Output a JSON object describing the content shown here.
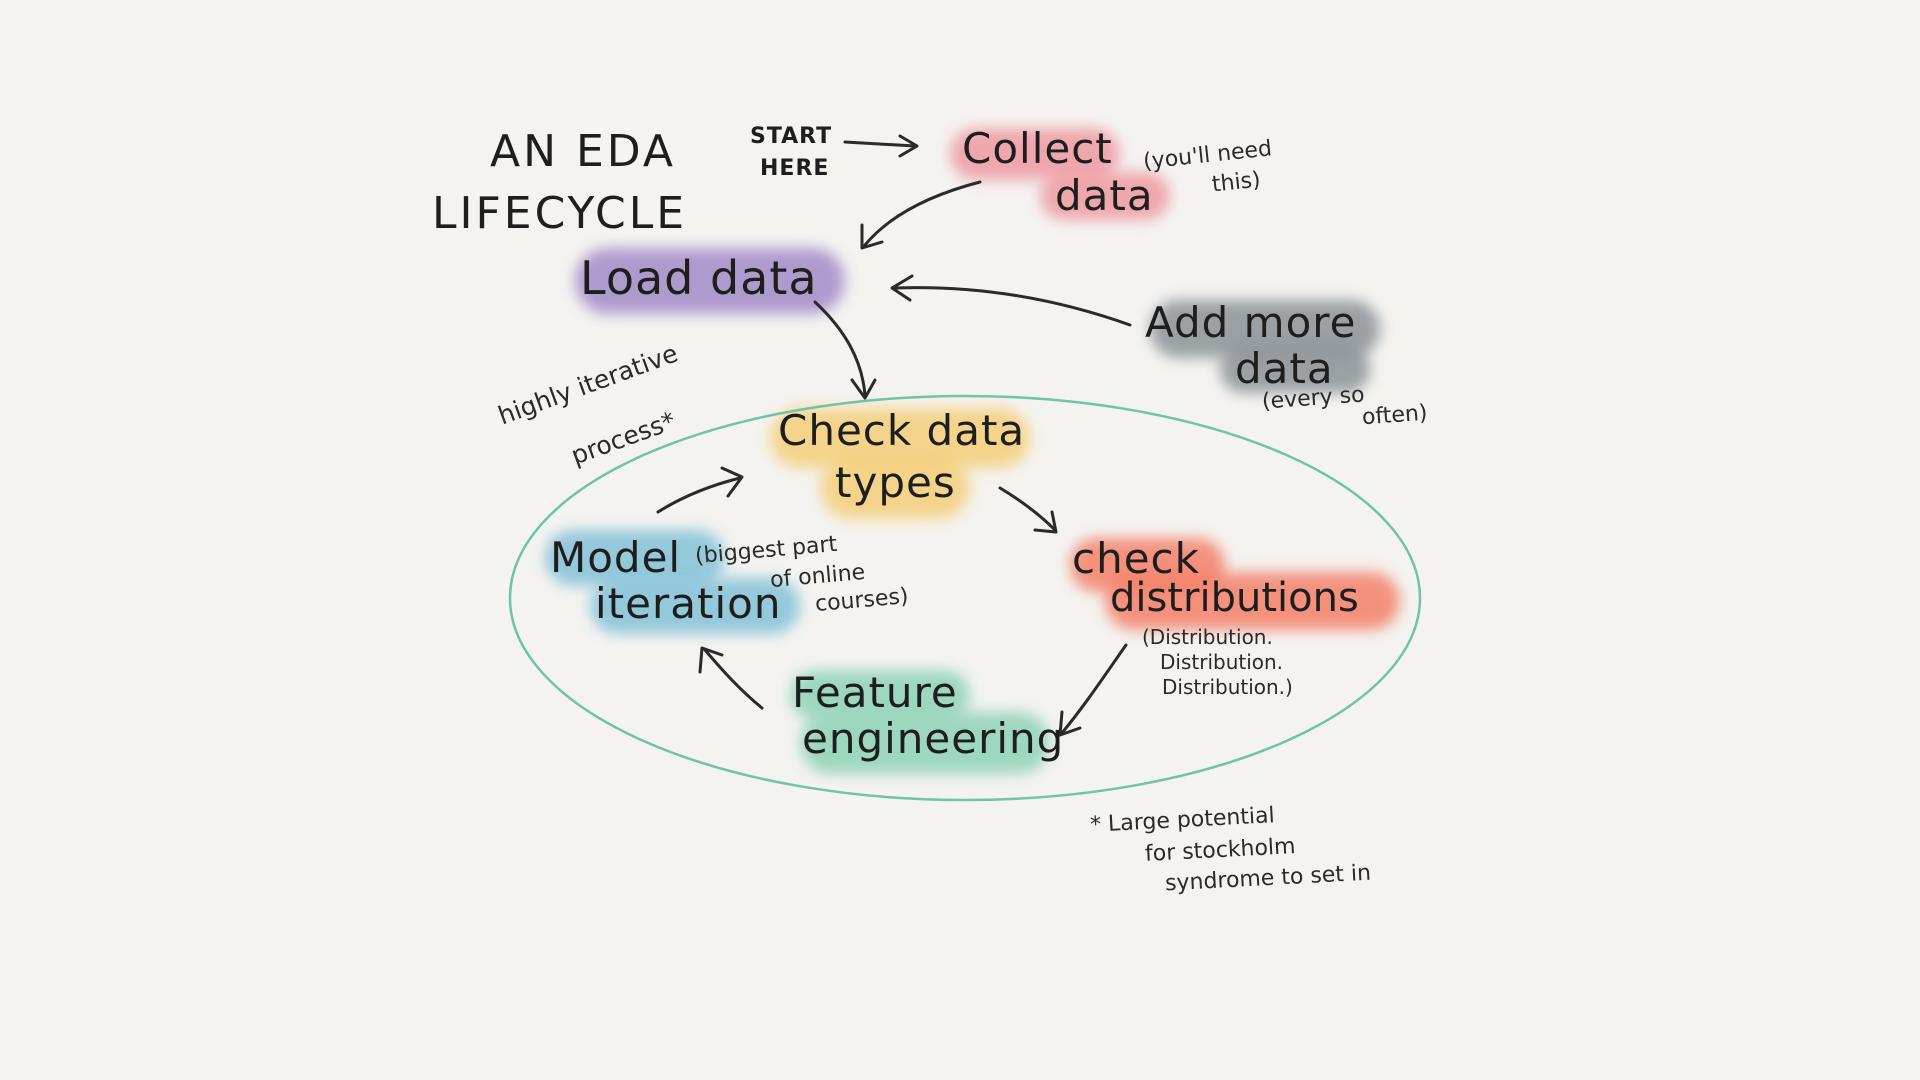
{
  "title": [
    "AN EDA",
    "LIFECYCLE"
  ],
  "start": [
    "START",
    "HERE"
  ],
  "nodes": {
    "collect": {
      "lines": [
        "Collect",
        "data"
      ],
      "note": [
        "(you'll need",
        "this)"
      ],
      "color": "#ef9aa3"
    },
    "load": {
      "lines": [
        "Load data"
      ],
      "color": "#a48bc8"
    },
    "add_more": {
      "lines": [
        "Add more",
        "data"
      ],
      "note": [
        "(every so",
        "often)"
      ],
      "color": "#8b9297"
    },
    "check_types": {
      "lines": [
        "Check data",
        "types"
      ],
      "color": "#f4cf7a"
    },
    "check_dist": {
      "lines": [
        "check",
        "distributions"
      ],
      "note": [
        "(Distribution.",
        "Distribution.",
        "Distribution.)"
      ],
      "color": "#f4816a"
    },
    "feature": {
      "lines": [
        "Feature",
        "engineering"
      ],
      "color": "#8fd3b6"
    },
    "model": {
      "lines": [
        "Model",
        "iteration"
      ],
      "note": [
        "(biggest part",
        "of online",
        "courses)"
      ],
      "color": "#84c1d8"
    }
  },
  "iterative_note": [
    "highly iterative",
    "process*"
  ],
  "footnote": [
    "* Large potential",
    "for stockholm",
    "syndrome to set in"
  ],
  "cycle_color": "#6fc3a8"
}
